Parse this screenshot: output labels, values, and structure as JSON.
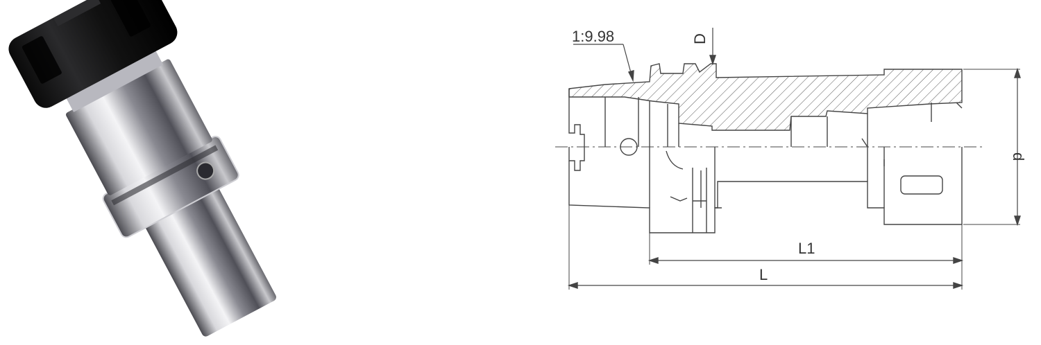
{
  "labels": {
    "taper": "1:9.98",
    "D": "D",
    "d": "d",
    "L1": "L1",
    "L": "L"
  },
  "colors": {
    "line": "#444444",
    "nut": "#151515",
    "steel_light": "#e8e8ea",
    "steel_mid": "#9a9aa0",
    "steel_dark": "#3a3a40"
  }
}
